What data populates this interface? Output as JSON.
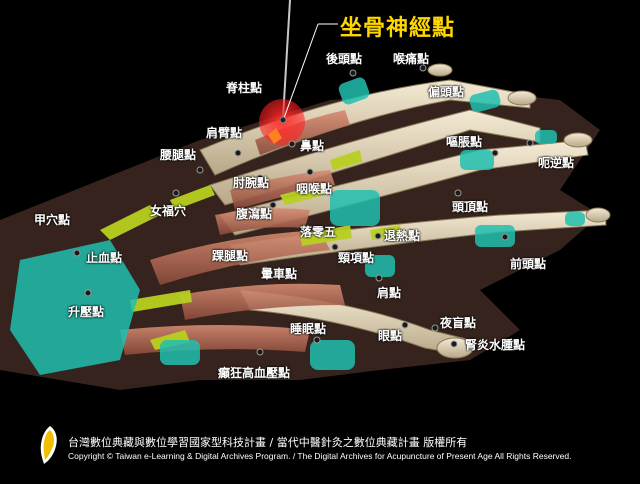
{
  "title": "坐骨神經點",
  "points": [
    {
      "id": "houtou",
      "label": "後頭點"
    },
    {
      "id": "houtong",
      "label": "喉痛點"
    },
    {
      "id": "piantou",
      "label": "偏頭點"
    },
    {
      "id": "jizhu",
      "label": "脊柱點"
    },
    {
      "id": "jianbi",
      "label": "肩臂點"
    },
    {
      "id": "yaotui",
      "label": "腰腿點"
    },
    {
      "id": "bi",
      "label": "鼻點"
    },
    {
      "id": "outu",
      "label": "嘔脹點"
    },
    {
      "id": "enie",
      "label": "呃逆點"
    },
    {
      "id": "zhouwan",
      "label": "肘腕點"
    },
    {
      "id": "yanhou",
      "label": "咽喉點"
    },
    {
      "id": "nvfuxue",
      "label": "女福穴"
    },
    {
      "id": "fuxie",
      "label": "腹瀉點"
    },
    {
      "id": "touding",
      "label": "頭頂點"
    },
    {
      "id": "jiaxue",
      "label": "甲穴點"
    },
    {
      "id": "laozhen",
      "label": "落零五"
    },
    {
      "id": "tuire",
      "label": "退熱點"
    },
    {
      "id": "zhixue",
      "label": "止血點"
    },
    {
      "id": "jingxiang",
      "label": "頸項點"
    },
    {
      "id": "qiantou",
      "label": "前頭點"
    },
    {
      "id": "huaitui",
      "label": "踝腿點"
    },
    {
      "id": "yunche",
      "label": "暈車點"
    },
    {
      "id": "shengya",
      "label": "升壓點"
    },
    {
      "id": "jian",
      "label": "肩點"
    },
    {
      "id": "shuimian",
      "label": "睡眠點"
    },
    {
      "id": "yemang",
      "label": "夜盲點"
    },
    {
      "id": "yan",
      "label": "眼點"
    },
    {
      "id": "shenyan",
      "label": "腎炎水腫點"
    },
    {
      "id": "diankuang",
      "label": "癲狂高血壓點"
    }
  ],
  "footer": {
    "line1": "台灣數位典藏與數位學習國家型科技計畫 / 當代中醫針灸之數位典藏計畫 版權所有",
    "line2": "Copyright © Taiwan e-Learning & Digital Archives Program. / The Digital Archives for Acupuncture of Present Age All Rights Reserved."
  },
  "colors": {
    "title": "#ffd700",
    "highlight": "#e02020",
    "tendon": "#b8d020",
    "joint": "#20c0b0",
    "muscle": "#c47a62",
    "bone": "#e8dcc0"
  }
}
